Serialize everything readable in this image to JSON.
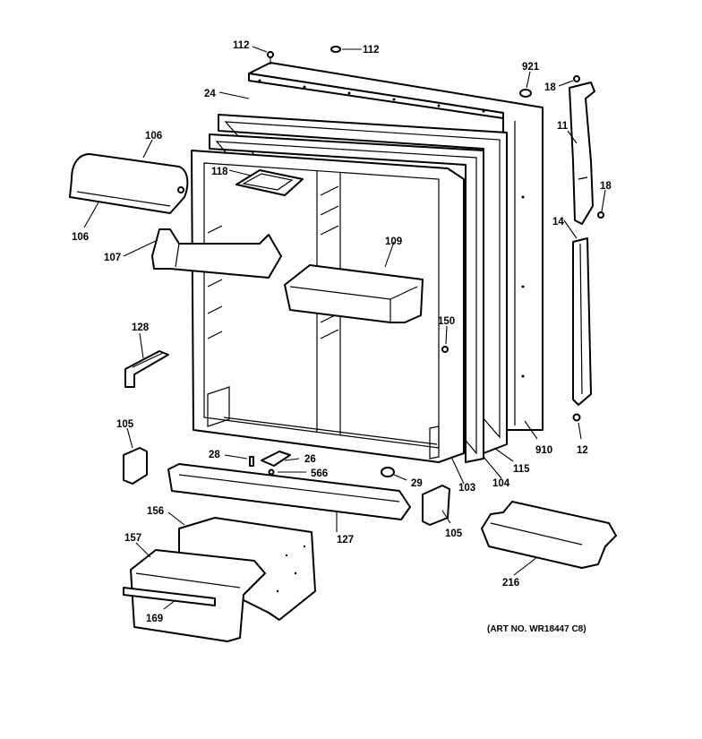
{
  "art_number": "(ART NO. WR18447 C8)",
  "labels": {
    "l112a": "112",
    "l112b": "112",
    "l921": "921",
    "l24": "24",
    "l18a": "18",
    "l11": "11",
    "l106a": "106",
    "l106b": "106",
    "l118": "118",
    "l18b": "18",
    "l14": "14",
    "l107": "107",
    "l109": "109",
    "l128": "128",
    "l150": "150",
    "l105a": "105",
    "l28": "28",
    "l26": "26",
    "l566": "566",
    "l910": "910",
    "l12": "12",
    "l115": "115",
    "l29": "29",
    "l103": "103",
    "l104": "104",
    "l156": "156",
    "l127": "127",
    "l105b": "105",
    "l157": "157",
    "l216": "216",
    "l169": "169"
  }
}
